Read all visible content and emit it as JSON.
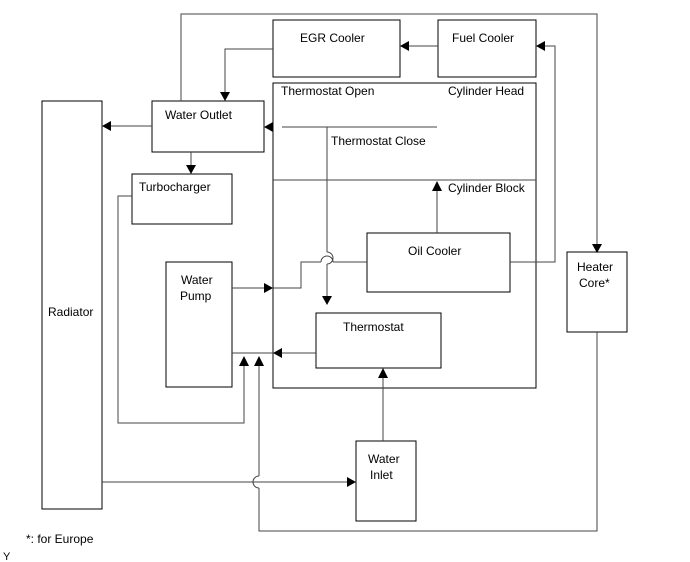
{
  "components": {
    "egr_cooler": "EGR Cooler",
    "fuel_cooler": "Fuel Cooler",
    "water_outlet": "Water Outlet",
    "thermostat_open": "Thermostat Open",
    "cylinder_head": "Cylinder Head",
    "thermostat_close": "Thermostat Close",
    "turbocharger": "Turbocharger",
    "cylinder_block": "Cylinder Block",
    "radiator": "Radiator",
    "oil_cooler": "Oil Cooler",
    "heater_core_line1": "Heater",
    "heater_core_line2": "Core*",
    "water_pump_line1": "Water",
    "water_pump_line2": "Pump",
    "thermostat": "Thermostat",
    "water_inlet_line1": "Water",
    "water_inlet_line2": "Inlet"
  },
  "footnote": "*: for Europe",
  "corner_mark": "Y"
}
